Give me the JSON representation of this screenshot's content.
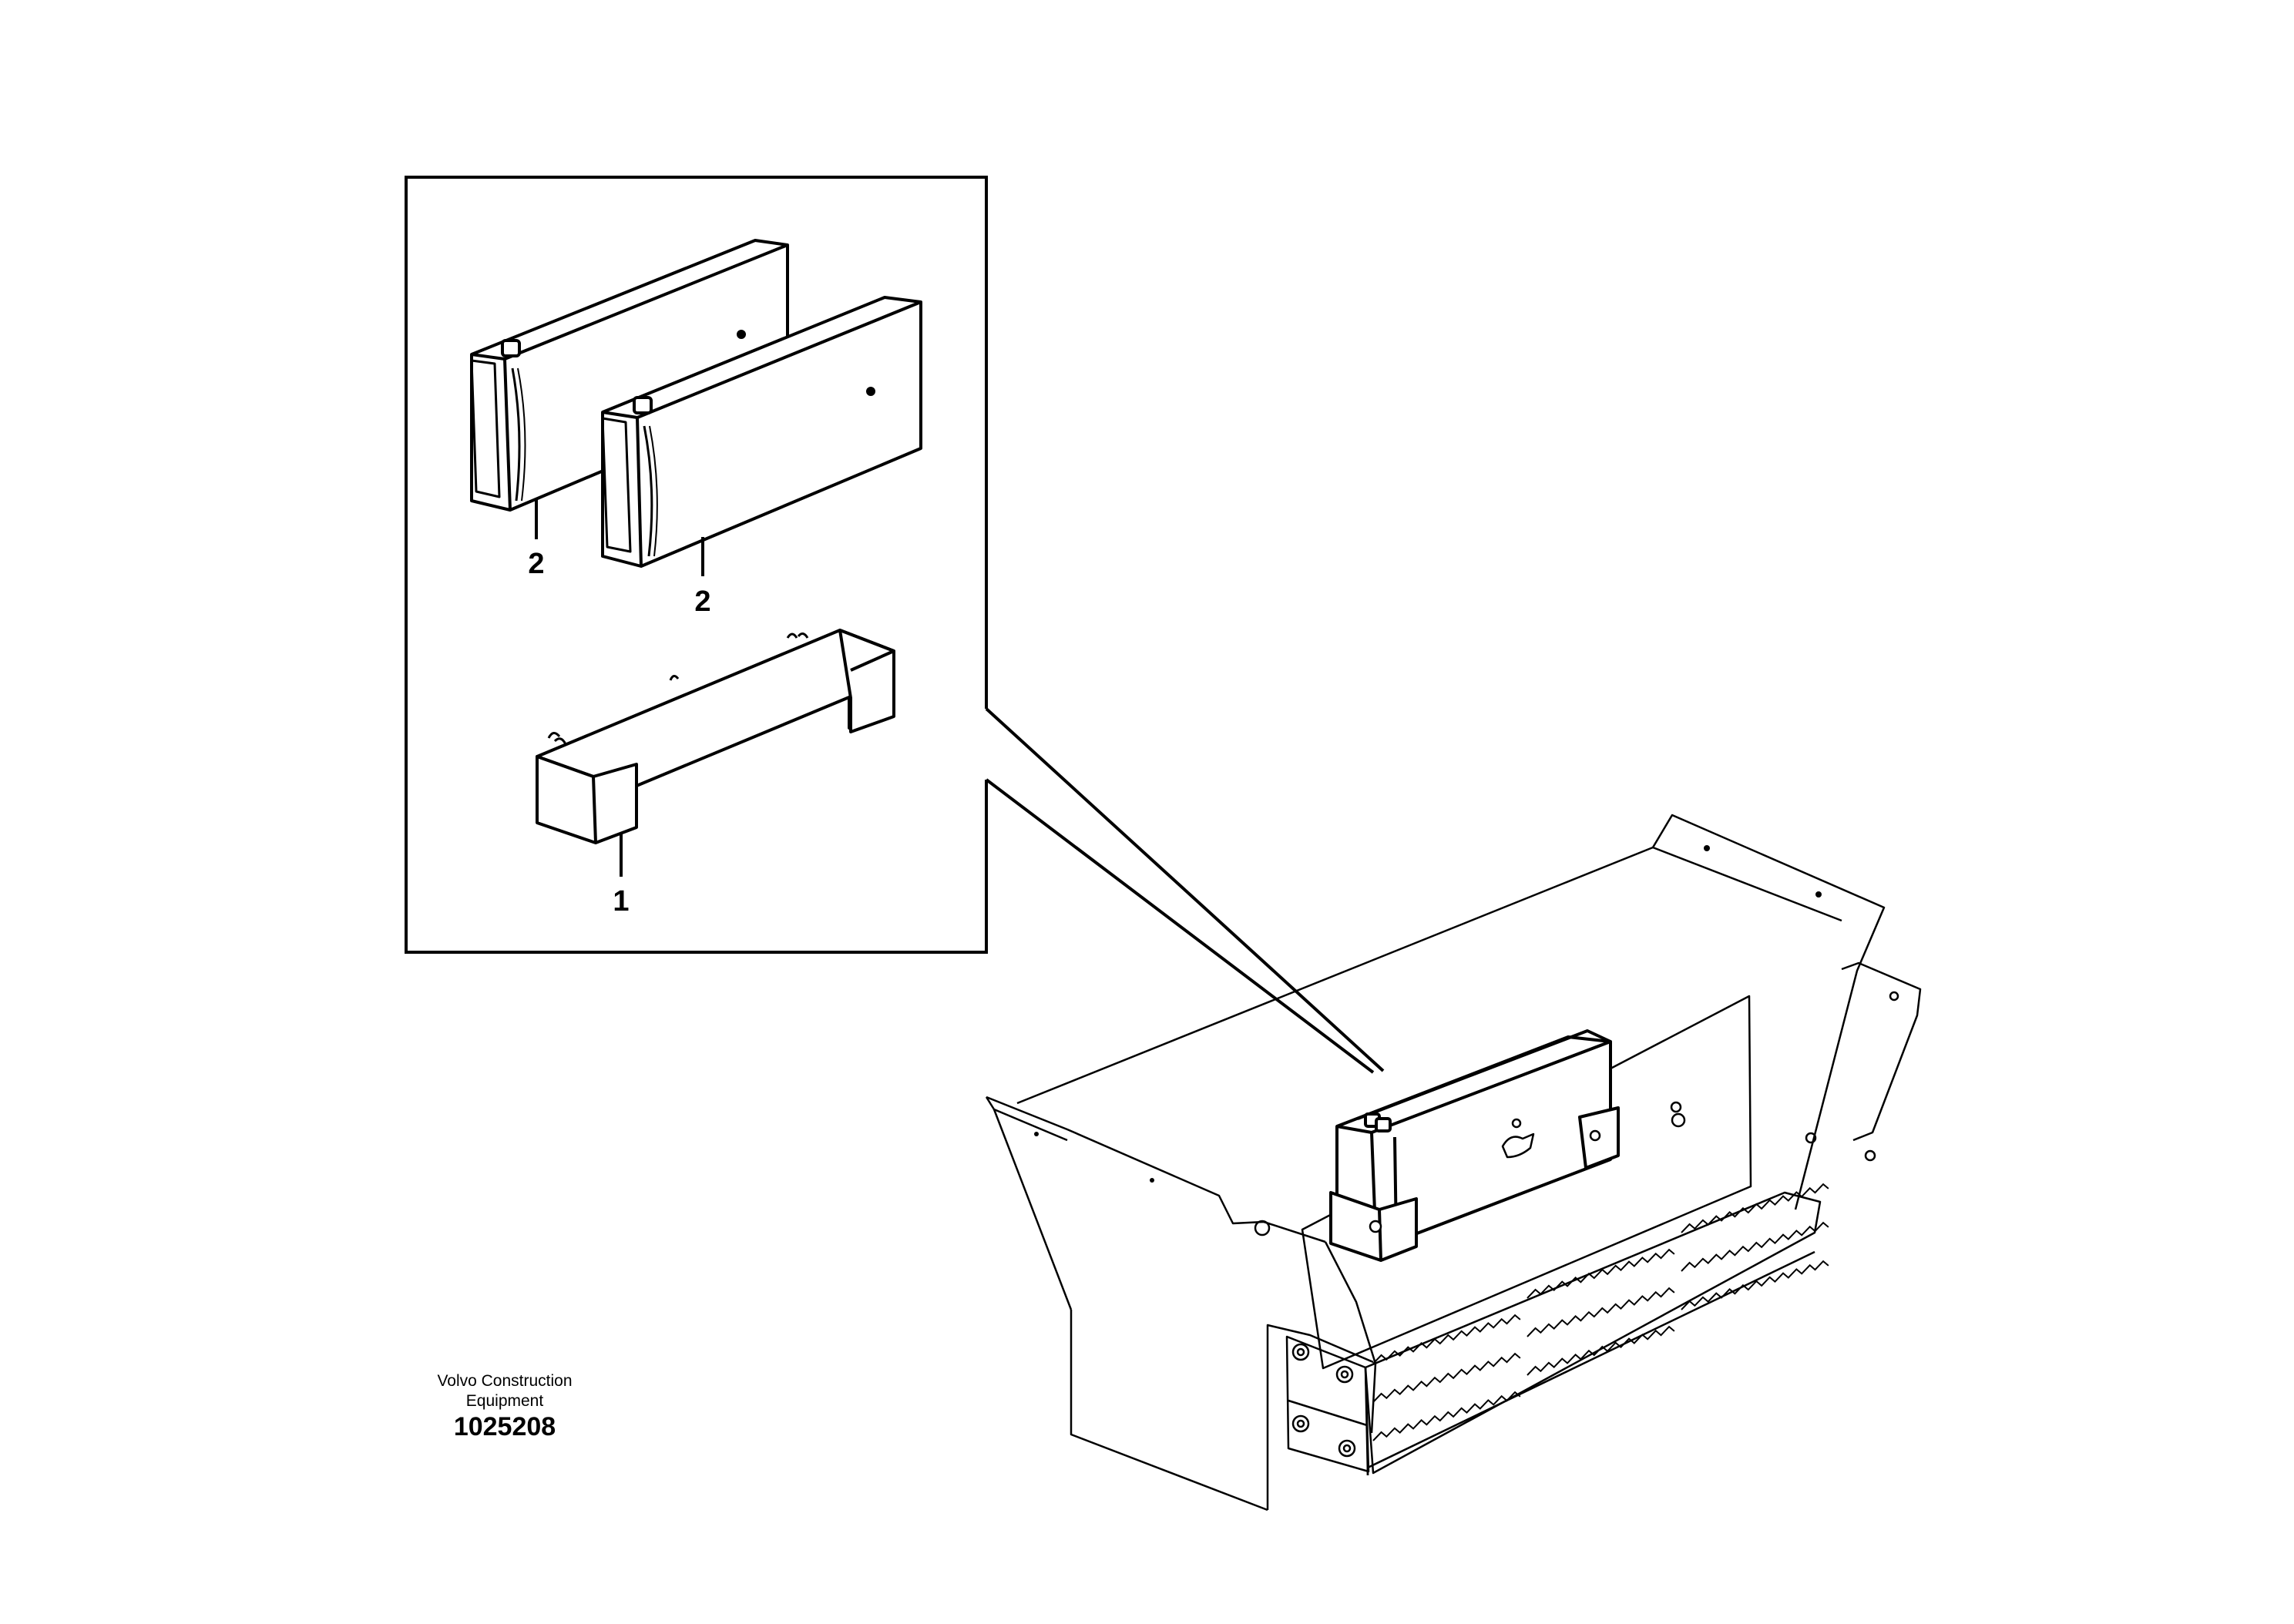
{
  "diagram": {
    "callouts": [
      {
        "id": "part-2-left",
        "label": "2"
      },
      {
        "id": "part-2-right",
        "label": "2"
      },
      {
        "id": "part-1",
        "label": "1"
      }
    ]
  },
  "caption": {
    "brand_line1": "Volvo Construction",
    "brand_line2": "Equipment",
    "document_number": "1025208"
  }
}
